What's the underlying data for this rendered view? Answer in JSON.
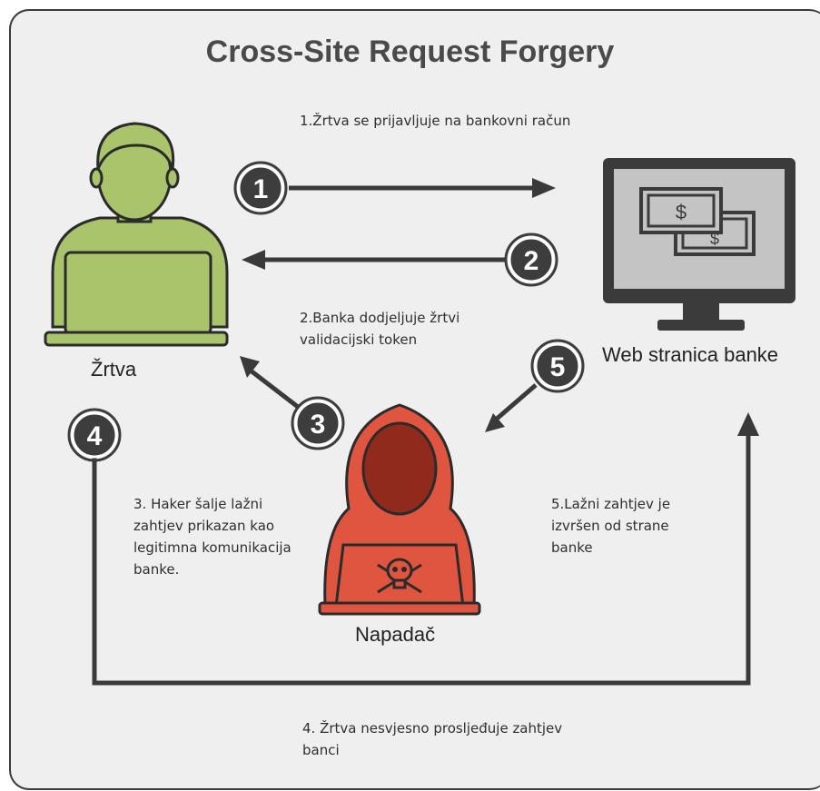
{
  "title": "Cross-Site Request Forgery",
  "actors": {
    "victim": "Žrtva",
    "bank": "Web stranica banke",
    "attacker": "Napadač"
  },
  "steps": [
    {
      "number": "1",
      "text": "1.Žrtva se prijavljuje na bankovni račun"
    },
    {
      "number": "2",
      "text": "2.Banka dodjeljuje žrtvi validacijski token"
    },
    {
      "number": "3",
      "text": "3. Haker šalje lažni zahtjev prikazan kao legitimna komunikacija banke."
    },
    {
      "number": "4",
      "text": "4. Žrtva nesvjesno prosljeđuje zahtjev banci"
    },
    {
      "number": "5",
      "text": "5.Lažni zahtjev je izvršen od strane banke"
    }
  ],
  "colors": {
    "victim": "#a9c46b",
    "attacker": "#e0553f",
    "monitor_screen": "#c4c4c4",
    "stroke": "#3a3a3a",
    "badge": "#3d3d3d"
  },
  "icons": {
    "bank": "monitor-money-icon",
    "victim": "person-laptop-icon",
    "attacker": "hooded-hacker-skull-icon"
  }
}
